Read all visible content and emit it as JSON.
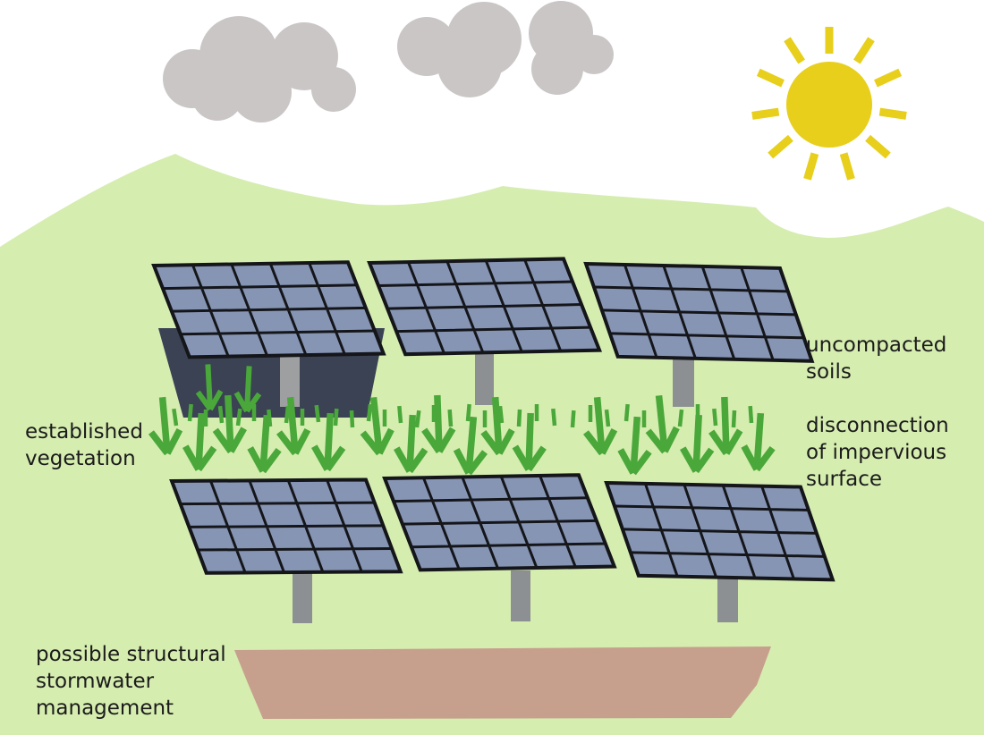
{
  "diagram": {
    "description": "Illustration of a ground-mounted solar panel array on a vegetated hill with stormwater management annotations",
    "labels": {
      "established_vegetation": {
        "line1": "established",
        "line2": "vegetation"
      },
      "uncompacted_soils": {
        "line1": "uncompacted",
        "line2": "soils"
      },
      "impervious_disconnection": {
        "line1": "disconnection",
        "line2": "of impervious",
        "line3": "surface"
      },
      "structural_stormwater": {
        "line1": "possible structural",
        "line2": "stormwater",
        "line3": "management"
      }
    },
    "colors": {
      "sky": "#ffffff",
      "ground": "#d6edb0",
      "cloud": "#cac6c6",
      "sun": "#e7cf1b",
      "panel_cell": "#8795b5",
      "panel_line": "#14161a",
      "post": "#8d9092",
      "post_light": "#9e9fa0",
      "panel_shadow": "#3a4253",
      "arrow": "#4aa83a",
      "basin": "#c7a08d",
      "text": "#1b1b1b"
    }
  }
}
